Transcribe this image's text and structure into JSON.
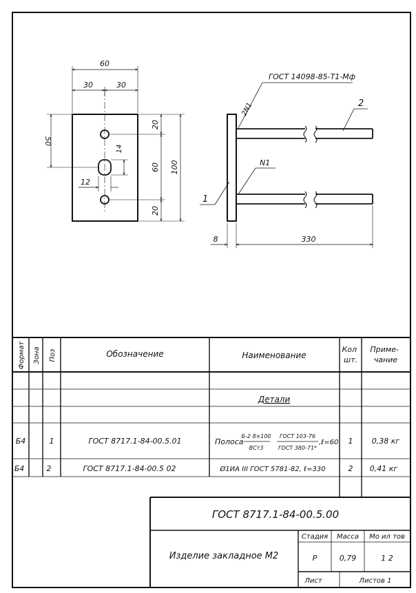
{
  "drawing": {
    "plate": {
      "dim_width": "60",
      "dim_half_left": "30",
      "dim_half_right": "30",
      "dim_hole_spacing": "50",
      "dim_top_edge": "20",
      "dim_middle": "60",
      "dim_bottom_edge": "20",
      "dim_height": "100",
      "dim_slot_height": "14",
      "dim_slot_width": "12"
    },
    "side": {
      "weld_standard": "ГОСТ 14098-85-Т1-Мф",
      "weld_mark_top": "2N1",
      "weld_mark_bottom": "N1",
      "pos_bar": "2",
      "pos_plate": "1",
      "dim_thickness": "8",
      "dim_length": "330"
    }
  },
  "spec": {
    "headers": {
      "format": "Формат",
      "zone": "Зона",
      "pos": "Поз",
      "designation": "Обозначение",
      "name": "Наименование",
      "qty": "Кол шт.",
      "note": "Приме-чание"
    },
    "section_title": "Детали",
    "rows": [
      {
        "format": "Б4",
        "pos": "1",
        "designation": "ГОСТ 8717.1-84-00.5.01",
        "name_prefix": "Полоса",
        "frac1_num": "Б-2 8×100",
        "frac1_den": "ВСт3",
        "frac2_num": "ГОСТ 103-76",
        "frac2_den": "ГОСТ 380-71*",
        "name_suffix": ",ℓ=60",
        "qty": "1",
        "note": "0,38 кг"
      },
      {
        "format": "Б4",
        "pos": "2",
        "designation": "ГОСТ 8717.1-84-00.5 02",
        "name": "Ø1ИА III ГОСТ 5781-82, ℓ=330",
        "qty": "2",
        "note": "0,41 кг"
      }
    ]
  },
  "title_block": {
    "document_code": "ГОСТ 8717.1-84-00.5.00",
    "product_name": "Изделие закладное М2",
    "stage_label": "Стадия",
    "stage_value": "Р",
    "mass_label": "Масса",
    "mass_value": "0,79",
    "scale_label": "Мо ил тов",
    "scale_value": "1 2",
    "sheet_label": "Лист",
    "sheets_label": "Листов 1"
  }
}
